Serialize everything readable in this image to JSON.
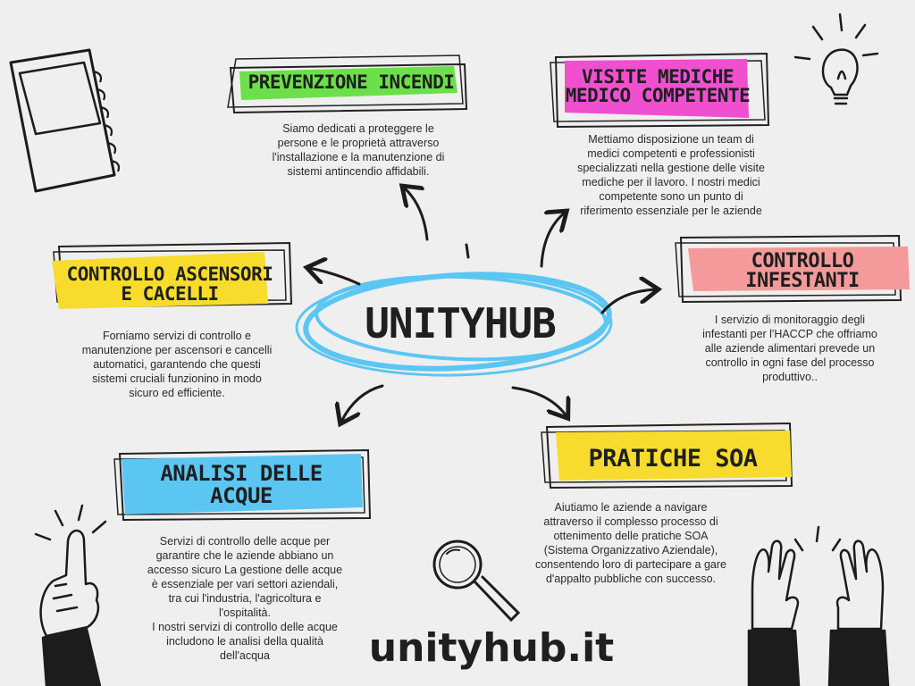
{
  "center": {
    "title": "UNITYHUB"
  },
  "nodes": {
    "prevenzione": {
      "title": "PREVENZIONE INCENDI",
      "desc": "Siamo dedicati a proteggere le\npersone e le proprietà attraverso\nl'installazione e la manutenzione di\nsistemi antincendio affidabili.",
      "color": "#6be04a"
    },
    "visite": {
      "title": "VISITE MEDICHE\nMEDICO COMPETENTE",
      "desc": "Mettiamo disposizione un team di\nmedici competenti e professionisti\nspecializzati nella gestione delle visite\nmediche per il lavoro.  I nostri medici\ncompetente sono un punto di\nriferimento essenziale per le aziende",
      "color": "#f04fd0"
    },
    "ascensori": {
      "title": "CONTROLLO ASCENSORI\nE CACELLI",
      "desc": "Forniamo servizi di controllo e\nmanutenzione per ascensori e cancelli\nautomatici, garantendo che questi\nsistemi cruciali funzionino in modo\nsicuro ed efficiente.",
      "color": "#f7dc2e"
    },
    "infestanti": {
      "title": "CONTROLLO\nINFESTANTI",
      "desc": "I servizio di monitoraggio degli\ninfestanti per l'HACCP che offriamo\nalle aziende alimentari prevede un\ncontrollo in ogni fase del processo\nproduttivo..",
      "color": "#f59a9a"
    },
    "acque": {
      "title": "ANALISI DELLE\nACQUE",
      "desc": "Servizi di controllo delle acque per\ngarantire che le aziende abbiano un\naccesso sicuro La gestione delle acque\nè essenziale per vari settori aziendali,\ntra cui l'industria, l'agricoltura e\nl'ospitalità.\nI nostri servizi di controllo delle acque\nincludono le analisi della qualità\ndell'acqua",
      "color": "#5cc6f2"
    },
    "soa": {
      "title": "PRATICHE SOA",
      "desc": "Aiutiamo le aziende a navigare\nattraverso il complesso processo di\nottenimento delle pratiche SOA\n(Sistema Organizzativo Aziendale),\nconsentendo loro di partecipare a gare\nd'appalto pubbliche con successo.",
      "color": "#f7dc2e"
    }
  },
  "footer": {
    "site": "unityhub.it"
  },
  "icons": [
    "notebook-icon",
    "lightbulb-icon",
    "magnifier-icon",
    "pointing-hand-icon",
    "raised-hands-icon"
  ]
}
